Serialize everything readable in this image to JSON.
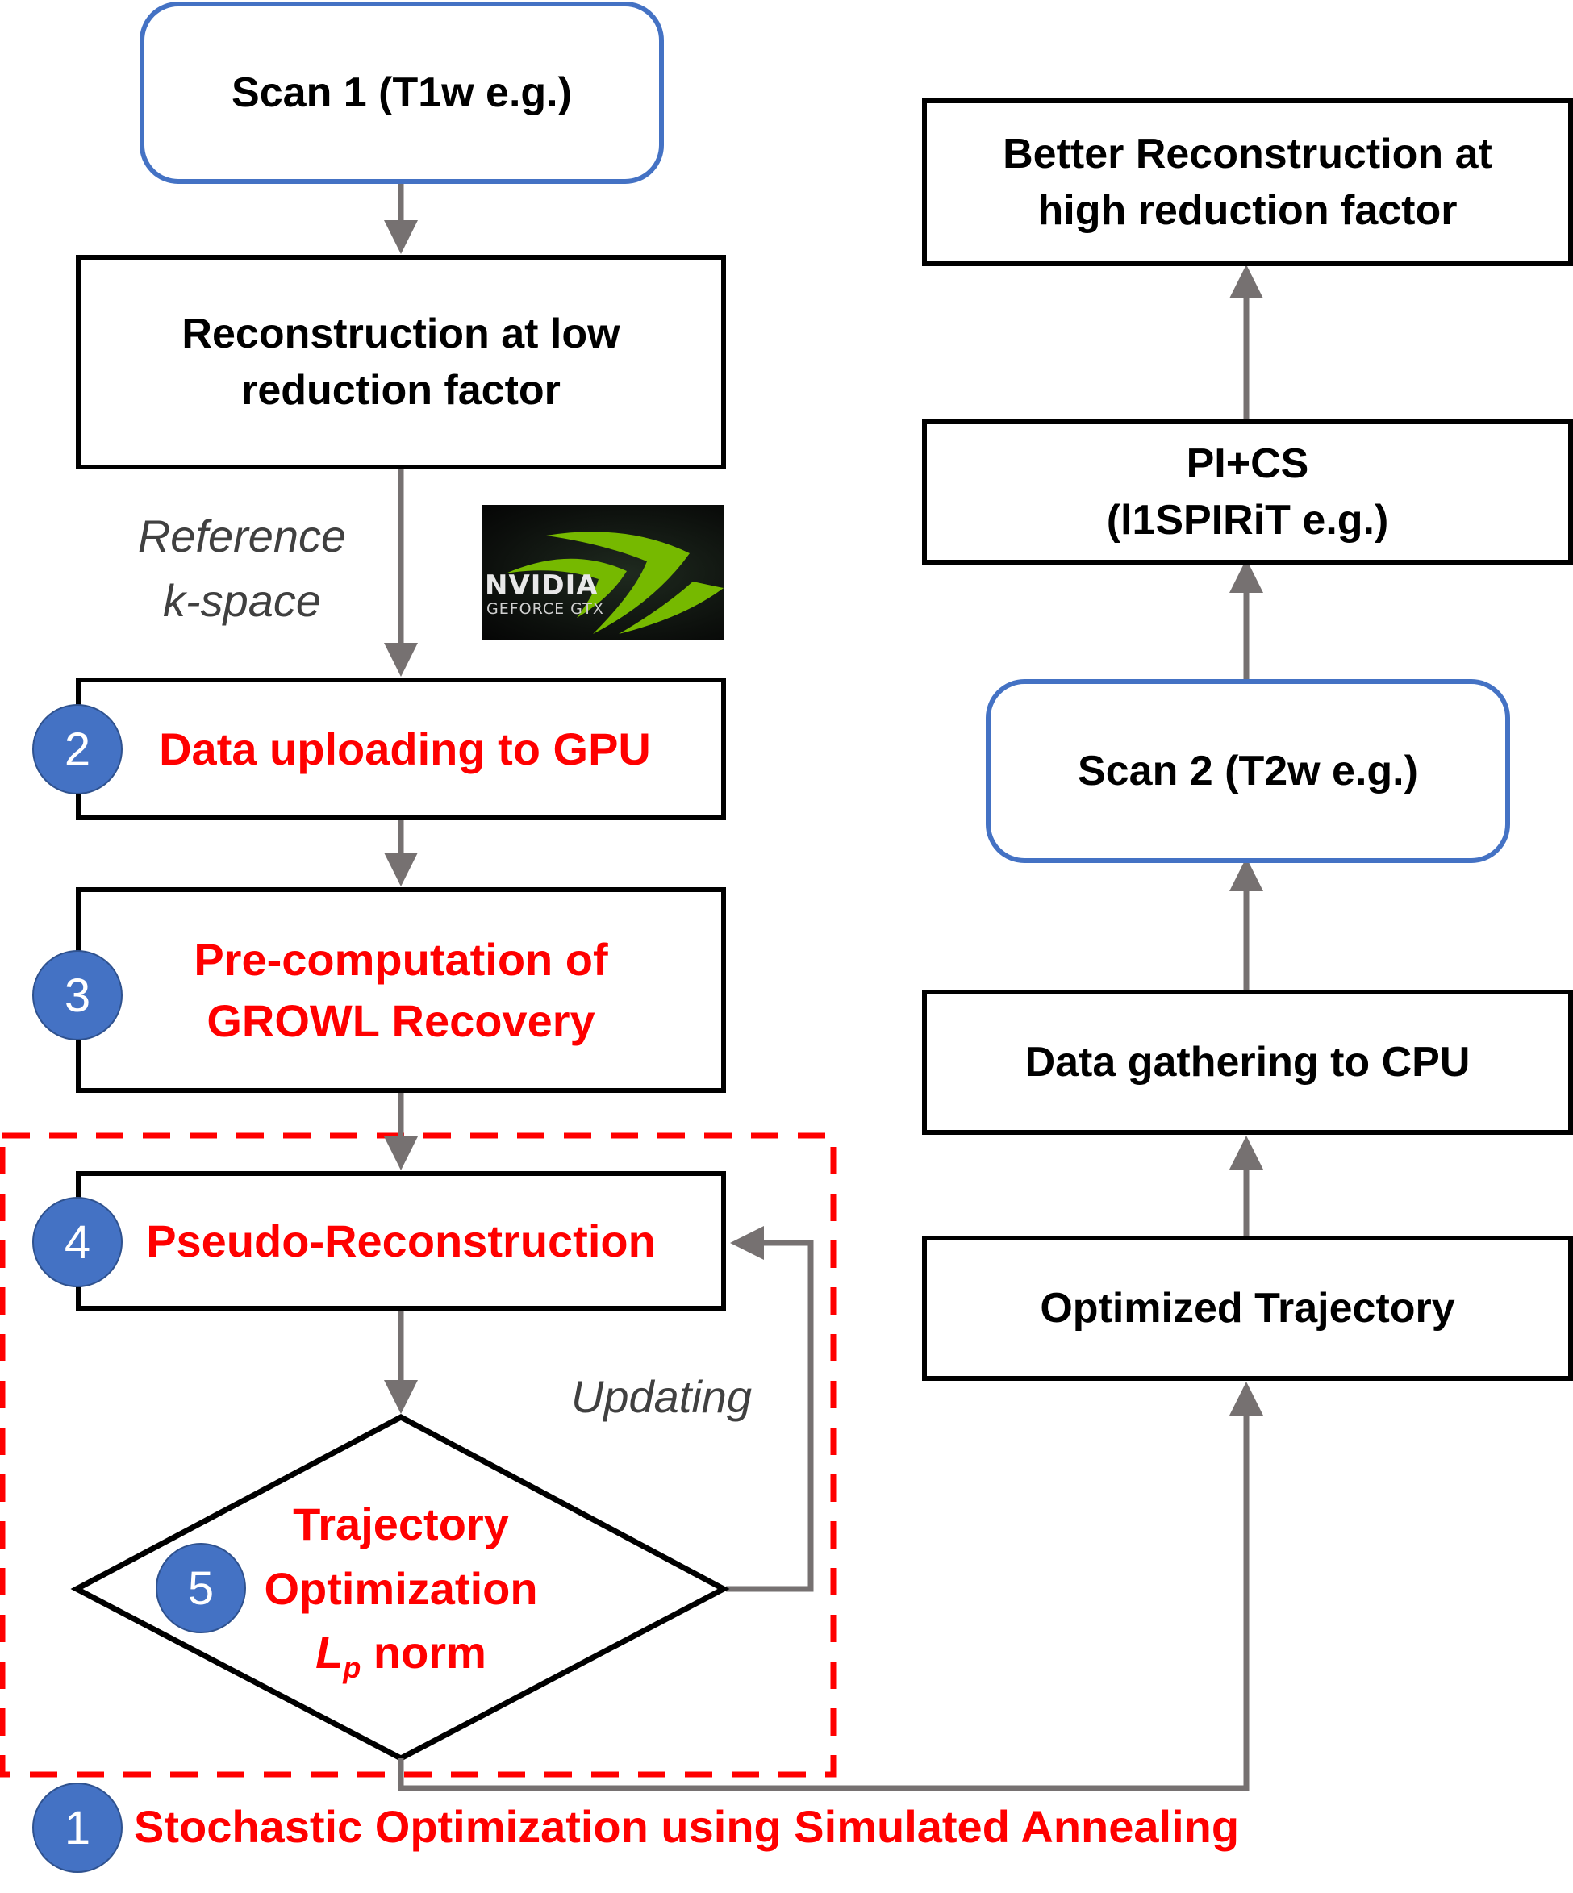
{
  "colors": {
    "accent_red": "#FF0000",
    "badge_blue": "#4472C4",
    "box_border": "#000000",
    "scan_border": "#4472C4",
    "arrow_gray": "#767171",
    "logo_green": "#76B900"
  },
  "left_column": {
    "scan1": "Scan 1 (T1w e.g.)",
    "recon_low": [
      "Reconstruction at low",
      "reduction factor"
    ],
    "edge_label": [
      "Reference",
      "k-space"
    ],
    "step2": {
      "badge": "2",
      "label": "Data uploading to GPU"
    },
    "step3": {
      "badge": "3",
      "label": [
        "Pre-computation of",
        "GROWL Recovery"
      ]
    },
    "step4": {
      "badge": "4",
      "label": "Pseudo-Reconstruction"
    },
    "step5": {
      "badge": "5",
      "label": [
        "Trajectory",
        "Optimization"
      ],
      "norm_symbol": "L",
      "norm_subscript": "p",
      "norm_word": "norm"
    },
    "loop_label": "Updating"
  },
  "gpu_logo": {
    "brand": "NVIDIA",
    "model": "GEFORCE GTX",
    "icon": "nvidia-eye-icon"
  },
  "right_column": {
    "better_recon": [
      "Better Reconstruction at",
      "high reduction factor"
    ],
    "pics": [
      "PI+CS",
      "(l1SPIRiT e.g.)"
    ],
    "scan2": "Scan 2 (T2w e.g.)",
    "gather": "Data gathering to CPU",
    "optimized": "Optimized Trajectory"
  },
  "footer": {
    "badge": "1",
    "label": "Stochastic Optimization using Simulated Annealing"
  }
}
